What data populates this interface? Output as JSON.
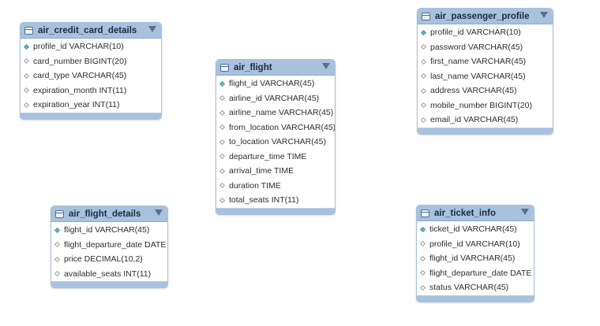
{
  "tables": [
    {
      "name": "air_credit_card_details",
      "columns": [
        {
          "text": "profile_id VARCHAR(10)",
          "key": true
        },
        {
          "text": "card_number BIGINT(20)",
          "key": false
        },
        {
          "text": "card_type VARCHAR(45)",
          "key": false
        },
        {
          "text": "expiration_month INT(11)",
          "key": false
        },
        {
          "text": "expiration_year INT(11)",
          "key": false
        }
      ]
    },
    {
      "name": "air_flight",
      "columns": [
        {
          "text": "flight_id VARCHAR(45)",
          "key": true
        },
        {
          "text": "airline_id VARCHAR(45)",
          "key": false
        },
        {
          "text": "airline_name VARCHAR(45)",
          "key": false
        },
        {
          "text": "from_location VARCHAR(45)",
          "key": false
        },
        {
          "text": "to_location VARCHAR(45)",
          "key": false
        },
        {
          "text": "departure_time TIME",
          "key": false
        },
        {
          "text": "arrival_time TIME",
          "key": false
        },
        {
          "text": "duration TIME",
          "key": false
        },
        {
          "text": "total_seats INT(11)",
          "key": false
        }
      ]
    },
    {
      "name": "air_passenger_profile",
      "columns": [
        {
          "text": "profile_id VARCHAR(10)",
          "key": true
        },
        {
          "text": "password VARCHAR(45)",
          "key": false
        },
        {
          "text": "first_name VARCHAR(45)",
          "key": false
        },
        {
          "text": "last_name VARCHAR(45)",
          "key": false
        },
        {
          "text": "address VARCHAR(45)",
          "key": false
        },
        {
          "text": "mobile_number BIGINT(20)",
          "key": false
        },
        {
          "text": "email_id VARCHAR(45)",
          "key": false
        }
      ]
    },
    {
      "name": "air_flight_details",
      "columns": [
        {
          "text": "flight_id VARCHAR(45)",
          "key": true
        },
        {
          "text": "flight_departure_date DATE",
          "key": false
        },
        {
          "text": "price DECIMAL(10,2)",
          "key": false
        },
        {
          "text": "available_seats INT(11)",
          "key": false
        }
      ]
    },
    {
      "name": "air_ticket_info",
      "columns": [
        {
          "text": "ticket_id VARCHAR(45)",
          "key": true
        },
        {
          "text": "profile_id VARCHAR(10)",
          "key": false
        },
        {
          "text": "flight_id VARCHAR(45)",
          "key": false
        },
        {
          "text": "flight_departure_date DATE",
          "key": false
        },
        {
          "text": "status VARCHAR(45)",
          "key": false
        }
      ]
    }
  ],
  "icons": {
    "table": "table-icon",
    "collapse": "triangle-down-icon",
    "key_column": "filled-diamond-icon",
    "column": "hollow-diamond-icon"
  },
  "colors": {
    "header_bg": "#a7c2de",
    "key_diamond": "#66b7c7",
    "border": "#a9bfd6"
  }
}
